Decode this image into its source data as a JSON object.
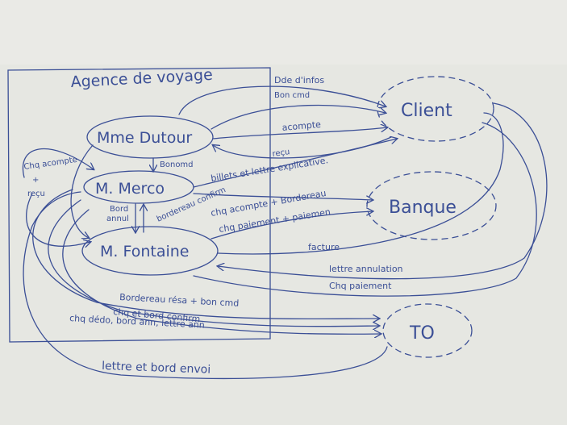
{
  "colors": {
    "board": "#e6e7e2",
    "ink": "#3b4f96"
  },
  "diagram": {
    "agency_title": "Agence de voyage",
    "nodes": {
      "dutour": "Mme Dutour",
      "merco": "M. Merco",
      "fontaine": "M. Fontaine",
      "client": "Client",
      "banque": "Banque",
      "to": "TO"
    },
    "labels": {
      "dde_infos": "Dde d'infos",
      "bon_cmd": "Bon cmd",
      "acompte": "acompte",
      "recu_top": "reçu",
      "bonomd": "Bonomd",
      "billets": "billets et lettre explicative.",
      "chq_acompte_left": "Chq acompte",
      "plus": "+",
      "recu_left": "reçu",
      "bordereau_confirm": "bordereau confirm",
      "bord_annul_1": "Bord",
      "bord_annul_2": "annul",
      "chq_acompte_bord": "chq acompte + Bordereau",
      "chq_paiement_banque": "chq paiement + paiemen",
      "facture": "facture",
      "lettre_annulation": "lettre annulation",
      "chq_paiement": "Chq paiement",
      "bordereau_resa": "Bordereau résa + bon cmd",
      "chq_bord_confirm": "chq et bord confirm",
      "chq_dedo": "chq dédo, bord ann, lettre ann",
      "lettre_bord_envoi": "lettre et bord envoi"
    }
  }
}
